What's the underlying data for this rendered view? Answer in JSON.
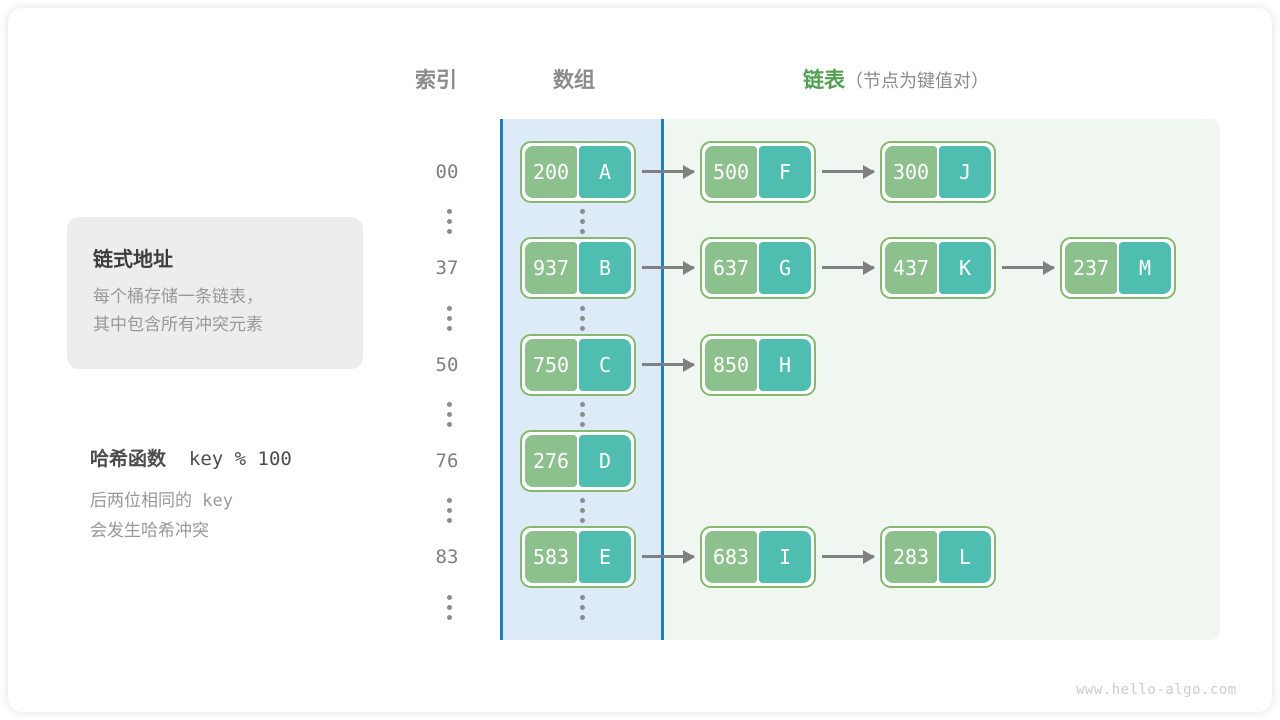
{
  "headers": {
    "index": "索引",
    "array": "数组",
    "list_main": "链表",
    "list_sub": "（节点为键值对）"
  },
  "info_card": {
    "title": "链式地址",
    "body": "每个桶存储一条链表，\n其中包含所有冲突元素"
  },
  "hash_note": {
    "title_label": "哈希函数",
    "title_formula": "key % 100",
    "body_line1_prefix": "后两位相同的",
    "body_line1_mono": "key",
    "body_line2": "会发生哈希冲突"
  },
  "colors": {
    "key_cell": "#8cc08c",
    "value_cell": "#4fbdb0",
    "node_border": "#86b96f",
    "array_panel_bg": "#dcebf7",
    "array_panel_border": "#1c7fc4",
    "list_panel_bg": "#f0f7f0",
    "list_accent": "#52a052",
    "arrow": "#808080",
    "info_card_bg": "#ededed"
  },
  "buckets": [
    {
      "index": "00",
      "nodes": [
        {
          "key": "200",
          "value": "A"
        },
        {
          "key": "500",
          "value": "F"
        },
        {
          "key": "300",
          "value": "J"
        }
      ]
    },
    {
      "index": "37",
      "nodes": [
        {
          "key": "937",
          "value": "B"
        },
        {
          "key": "637",
          "value": "G"
        },
        {
          "key": "437",
          "value": "K"
        },
        {
          "key": "237",
          "value": "M"
        }
      ]
    },
    {
      "index": "50",
      "nodes": [
        {
          "key": "750",
          "value": "C"
        },
        {
          "key": "850",
          "value": "H"
        }
      ]
    },
    {
      "index": "76",
      "nodes": [
        {
          "key": "276",
          "value": "D"
        }
      ]
    },
    {
      "index": "83",
      "nodes": [
        {
          "key": "583",
          "value": "E"
        },
        {
          "key": "683",
          "value": "I"
        },
        {
          "key": "283",
          "value": "L"
        }
      ]
    }
  ],
  "watermark": "www.hello-algo.com"
}
